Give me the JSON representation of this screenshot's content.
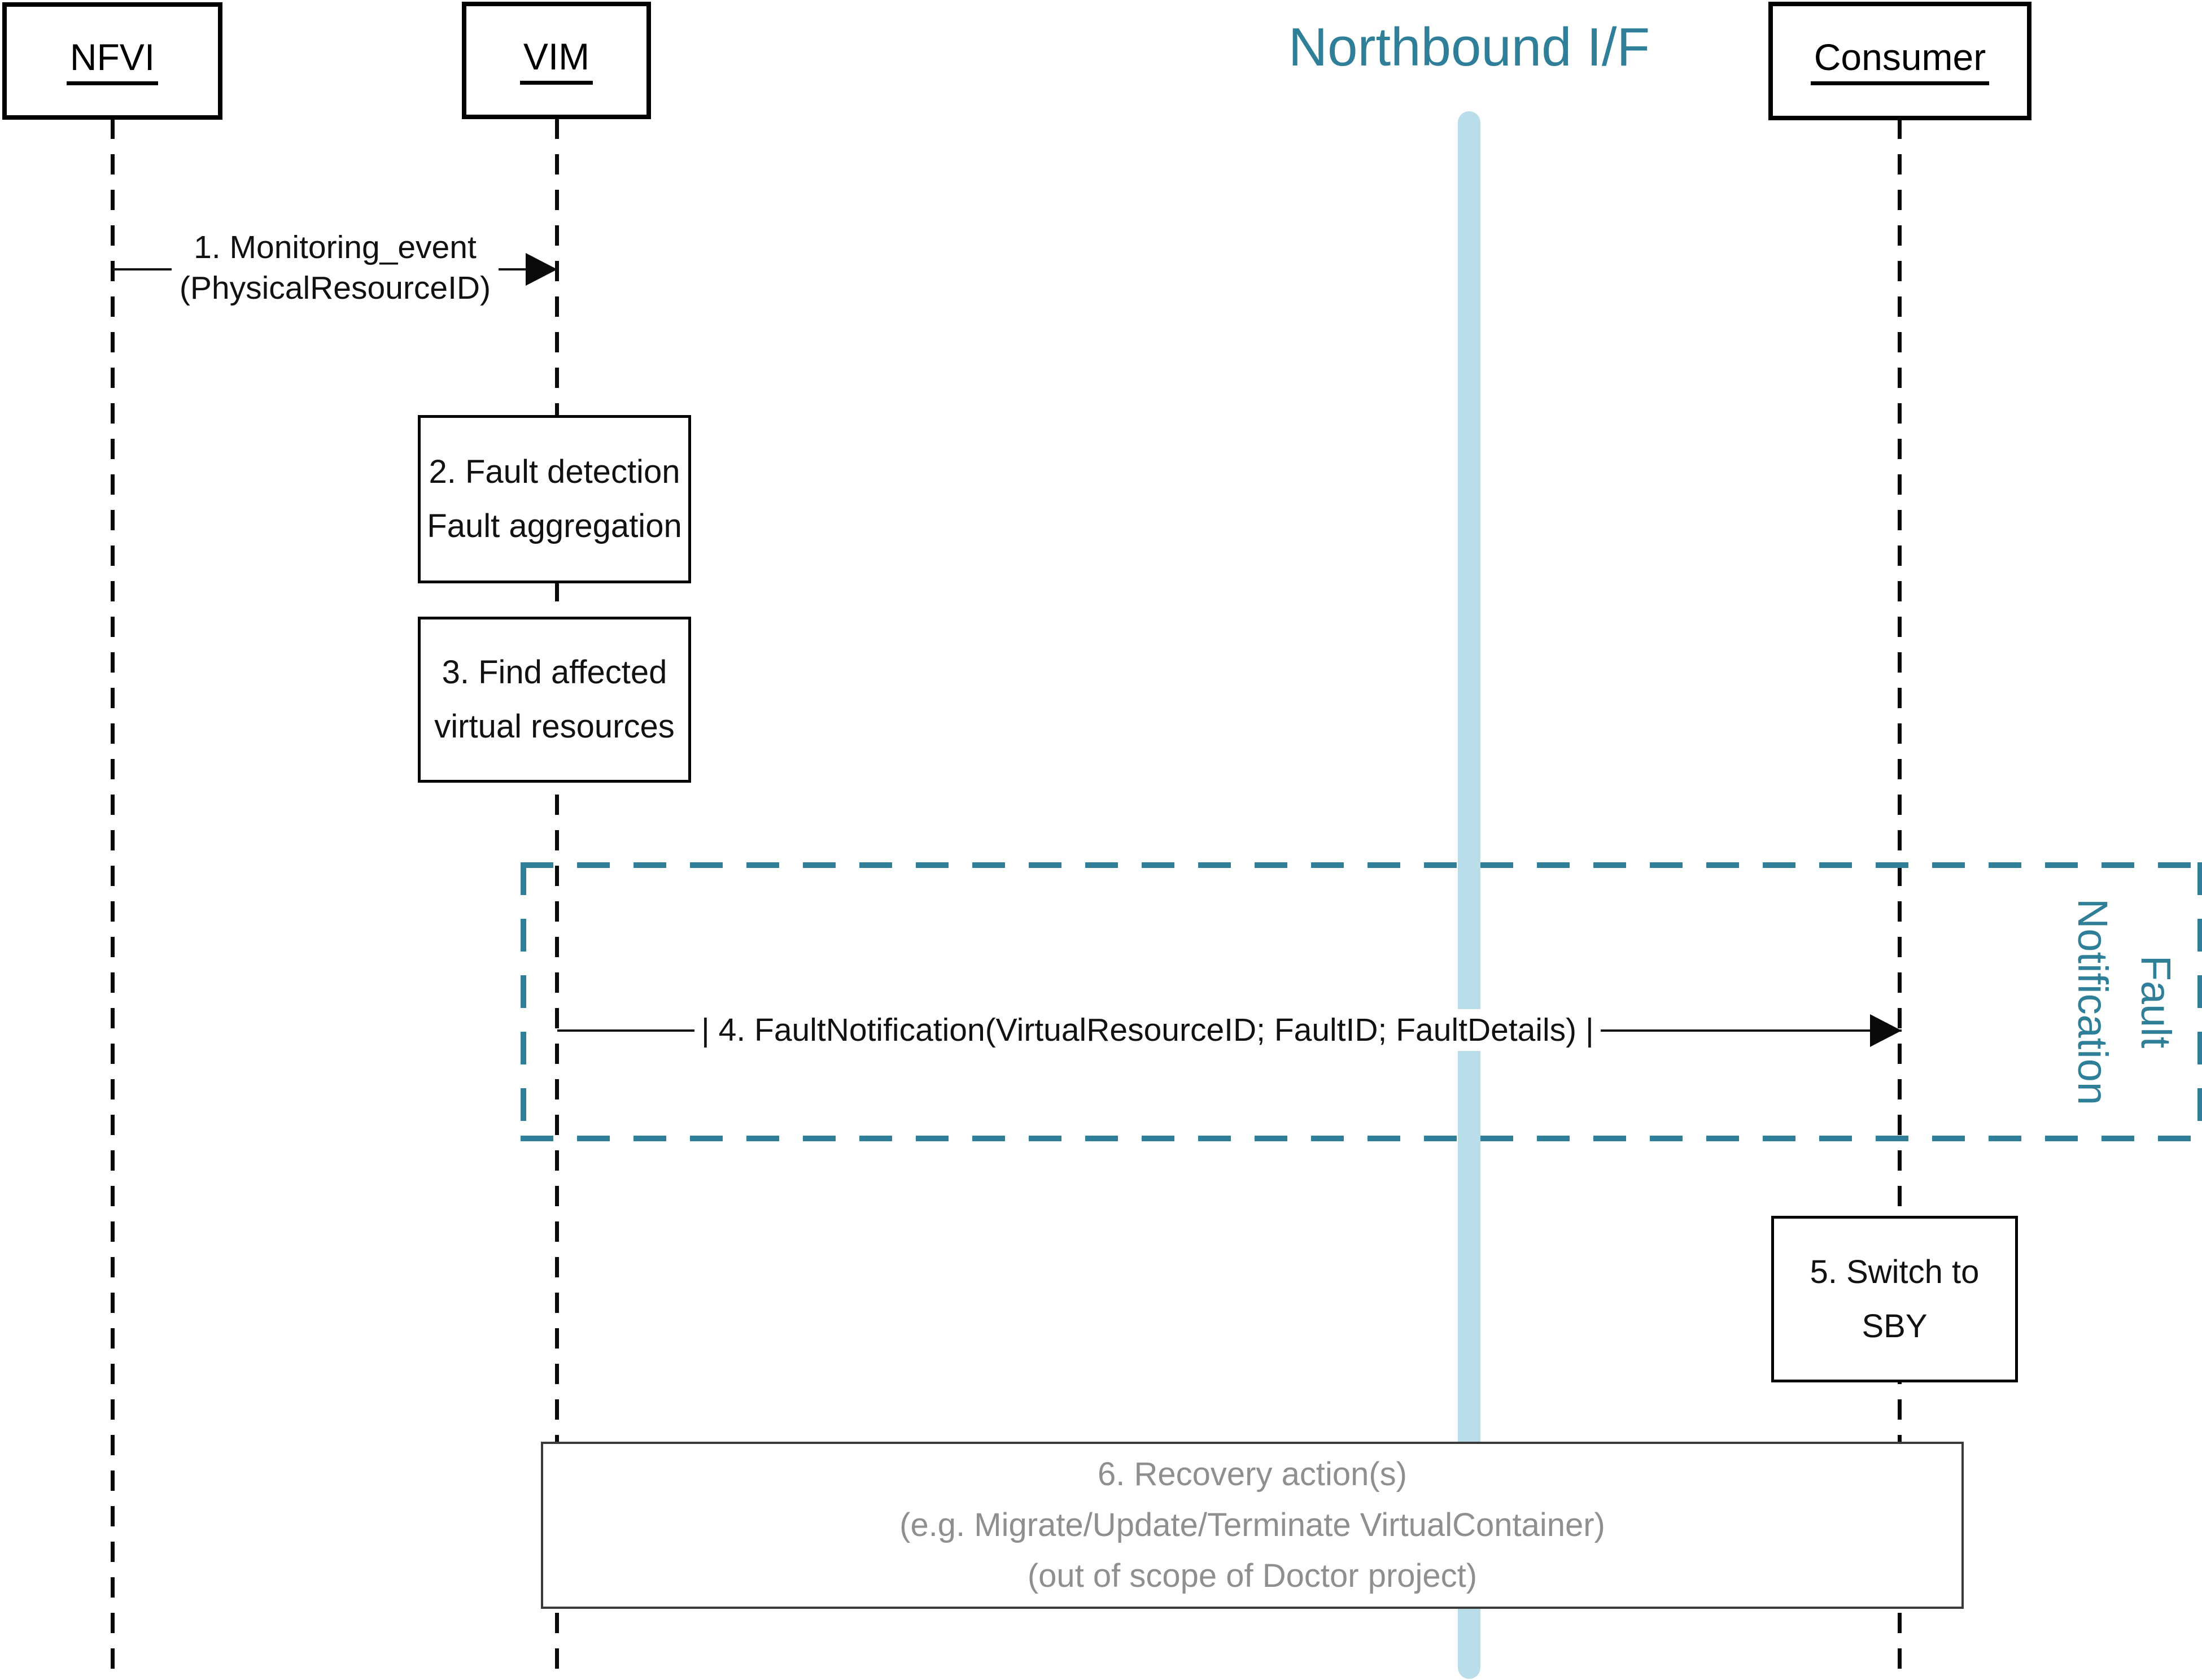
{
  "title": "Northbound I/F",
  "actors": {
    "nfvi": {
      "label": "NFVI"
    },
    "vim": {
      "label": "VIM"
    },
    "consumer": {
      "label": "Consumer"
    }
  },
  "messages": {
    "m1": {
      "line1": "1. Monitoring_event",
      "line2": "(PhysicalResourceID)"
    },
    "m4": {
      "label": "| 4. FaultNotification(VirtualResourceID; FaultID; FaultDetails) |"
    }
  },
  "boxes": {
    "b2": {
      "line1": "2. Fault detection",
      "line2": "Fault aggregation"
    },
    "b3": {
      "line1": "3. Find affected",
      "line2": "virtual resources"
    },
    "b5": {
      "line1": "5. Switch to",
      "line2": "SBY"
    },
    "b6": {
      "line1": "6. Recovery action(s)",
      "line2": "(e.g. Migrate/Update/Terminate VirtualContainer)",
      "line3": "(out of scope of Doctor project)"
    }
  },
  "frame": {
    "line1": "Fault",
    "line2": "Notification"
  },
  "colors": {
    "teal": "#2f7f99",
    "light_blue": "#b9dde9",
    "gray_text": "#8f8f8f",
    "black": "#0a0a0a",
    "box6_border": "#3a3a3a"
  }
}
